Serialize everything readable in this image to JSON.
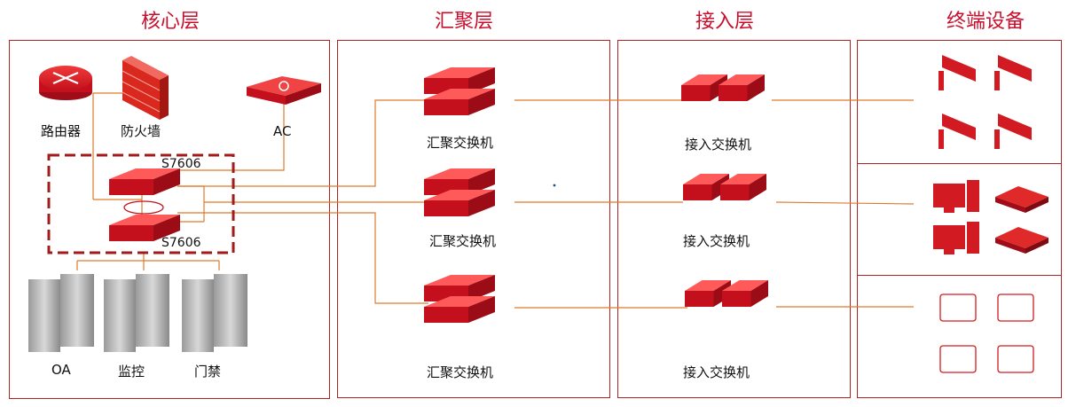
{
  "layers": {
    "core": "核心层",
    "aggregation": "汇聚层",
    "access": "接入层",
    "terminal": "终端设备"
  },
  "core": {
    "router_label": "路由器",
    "firewall_label": "防火墙",
    "ac_label": "AC",
    "switch_top_label": "S7606",
    "switch_bottom_label": "S7606",
    "servers": [
      "OA",
      "监控",
      "门禁"
    ]
  },
  "aggregation": {
    "switches": [
      "汇聚交换机",
      "汇聚交换机",
      "汇聚交换机"
    ]
  },
  "access": {
    "switches": [
      "接入交换机",
      "接入交换机",
      "接入交换机"
    ]
  },
  "terminal": {
    "groups": [
      "camera",
      "pc-and-ap",
      "card-reader"
    ]
  },
  "colors": {
    "accent": "#c8102e",
    "line": "#e07a2b",
    "panel_border": "#b22222"
  }
}
